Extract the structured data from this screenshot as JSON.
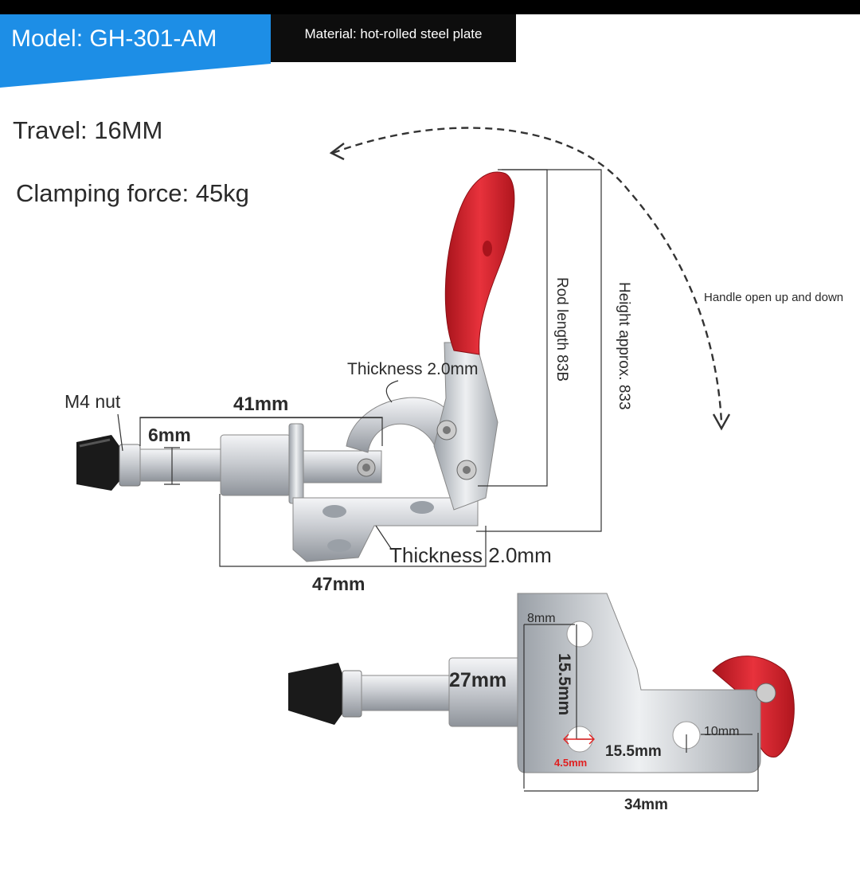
{
  "header": {
    "model": "Model: GH-301-AM",
    "material": "Material: hot-rolled steel plate"
  },
  "specs": {
    "travel": "Travel: 16MM",
    "clamping_force": "Clamping force: 45kg"
  },
  "labels": {
    "handle_motion": "Handle open up and down",
    "rod_length": "Rod length 83B",
    "height": "Height approx. 833",
    "thickness_arm": "Thickness 2.0mm",
    "thickness_base": "Thickness 2.0mm",
    "m4_nut": "M4 nut",
    "dim_41": "41mm",
    "dim_6": "6mm",
    "dim_47": "47mm",
    "dim_8": "8mm",
    "dim_15_5_v": "15.5mm",
    "dim_27": "27mm",
    "dim_10": "10mm",
    "dim_15_5_h": "15.5mm",
    "dim_4_5": "4.5mm",
    "dim_34": "34mm"
  },
  "colors": {
    "accent_blue": "#1d8ee6",
    "handle_red": "#d8232f",
    "hole_red": "#e02020"
  }
}
